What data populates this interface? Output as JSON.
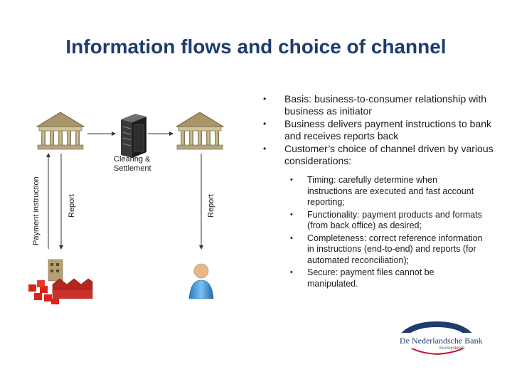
{
  "title": "Information flows and choice of channel",
  "diagram": {
    "clearing_label": "Clearing &\nSettlement",
    "payment_instruction_label": "Payment instruction",
    "report_left_label": "Report",
    "report_right_label": "Report",
    "icons": [
      "business-factory-icon",
      "bank-building-icon",
      "server-rack-icon",
      "bank-building-icon",
      "consumer-person-icon"
    ]
  },
  "bullets": [
    "Basis: business-to-consumer relationship with business as initiator",
    "Business delivers payment instructions to bank and receives reports back",
    "Customer’s choice of channel driven by various considerations:"
  ],
  "sub_bullets": [
    "Timing: carefully determine when instructions are executed and fast account reporting;",
    "Functionality: payment products and formats (from back office) as desired;",
    "Completeness: correct reference information in instructions (end-to-end) and reports (for automated reconciliation);",
    "Secure: payment files cannot be manipulated."
  ],
  "logo": {
    "name": "De Nederlandsche Bank",
    "subtitle": "Eurosysteem",
    "colors": {
      "navy": "#1f3c6e",
      "red": "#c8102e"
    }
  }
}
